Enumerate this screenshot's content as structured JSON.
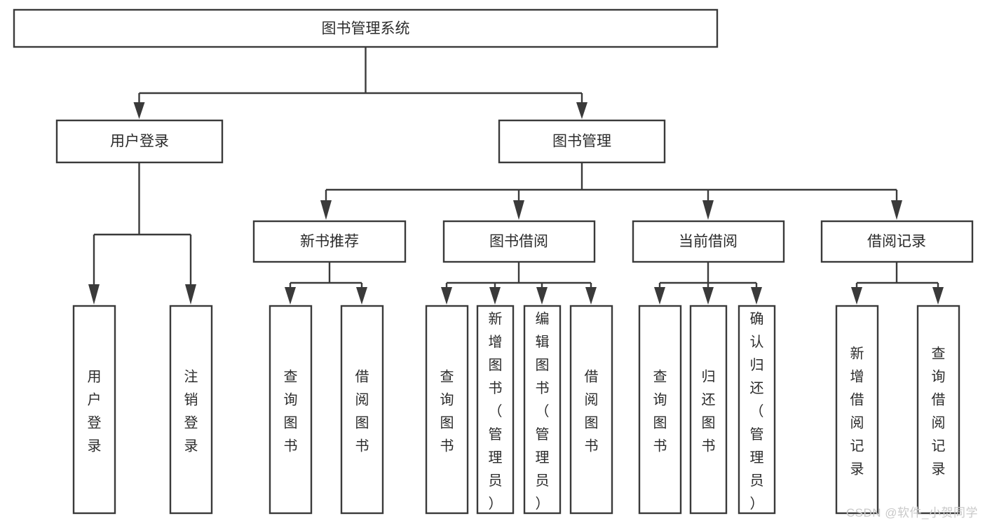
{
  "diagram": {
    "kind": "tree-flowchart",
    "title": "图书管理系统",
    "colors": {
      "stroke": "#3a3a3a",
      "fill": "#ffffff",
      "text": "#2b2b2b",
      "watermark": "#c9c9c9",
      "background": "#ffffff"
    },
    "root": {
      "label": "图书管理系统"
    },
    "level2": [
      {
        "id": "user-login",
        "label": "用户登录"
      },
      {
        "id": "book-manage",
        "label": "图书管理"
      }
    ],
    "level3": [
      {
        "id": "new-book-recommend",
        "label": "新书推荐"
      },
      {
        "id": "book-borrow",
        "label": "图书借阅"
      },
      {
        "id": "current-borrow",
        "label": "当前借阅"
      },
      {
        "id": "borrow-record",
        "label": "借阅记录"
      }
    ],
    "leaves": [
      {
        "id": "leaf-user-login",
        "label": "用户登录",
        "parent": "user-login"
      },
      {
        "id": "leaf-logout-login",
        "label": "注销登录",
        "parent": "user-login"
      },
      {
        "id": "leaf-query-book-1",
        "label": "查询图书",
        "parent": "new-book-recommend"
      },
      {
        "id": "leaf-borrow-book-1",
        "label": "借阅图书",
        "parent": "new-book-recommend"
      },
      {
        "id": "leaf-query-book-2",
        "label": "查询图书",
        "parent": "book-borrow"
      },
      {
        "id": "leaf-add-book",
        "label": "新增图书（管理员）",
        "parent": "book-borrow"
      },
      {
        "id": "leaf-edit-book",
        "label": "编辑图书（管理员）",
        "parent": "book-borrow"
      },
      {
        "id": "leaf-borrow-book-2",
        "label": "借阅图书",
        "parent": "book-borrow"
      },
      {
        "id": "leaf-query-book-3",
        "label": "查询图书",
        "parent": "current-borrow"
      },
      {
        "id": "leaf-return-book",
        "label": "归还图书",
        "parent": "current-borrow"
      },
      {
        "id": "leaf-confirm-return",
        "label": "确认归还（管理员）",
        "parent": "current-borrow"
      },
      {
        "id": "leaf-add-record",
        "label": "新增借阅记录",
        "parent": "borrow-record"
      },
      {
        "id": "leaf-query-record",
        "label": "查询借阅记录",
        "parent": "borrow-record"
      }
    ],
    "watermark": "CSDN @软件_小贺同学"
  }
}
